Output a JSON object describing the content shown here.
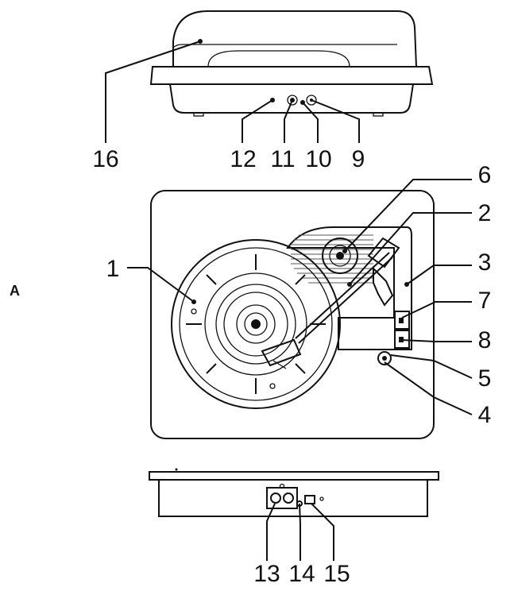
{
  "figure_letter": "A",
  "labels": {
    "l1": "1",
    "l2": "2",
    "l3": "3",
    "l4": "4",
    "l5": "5",
    "l6": "6",
    "l7": "7",
    "l8": "8",
    "l9": "9",
    "l10": "10",
    "l11": "11",
    "l12": "12",
    "l13": "13",
    "l14": "14",
    "l15": "15",
    "l16": "16"
  }
}
